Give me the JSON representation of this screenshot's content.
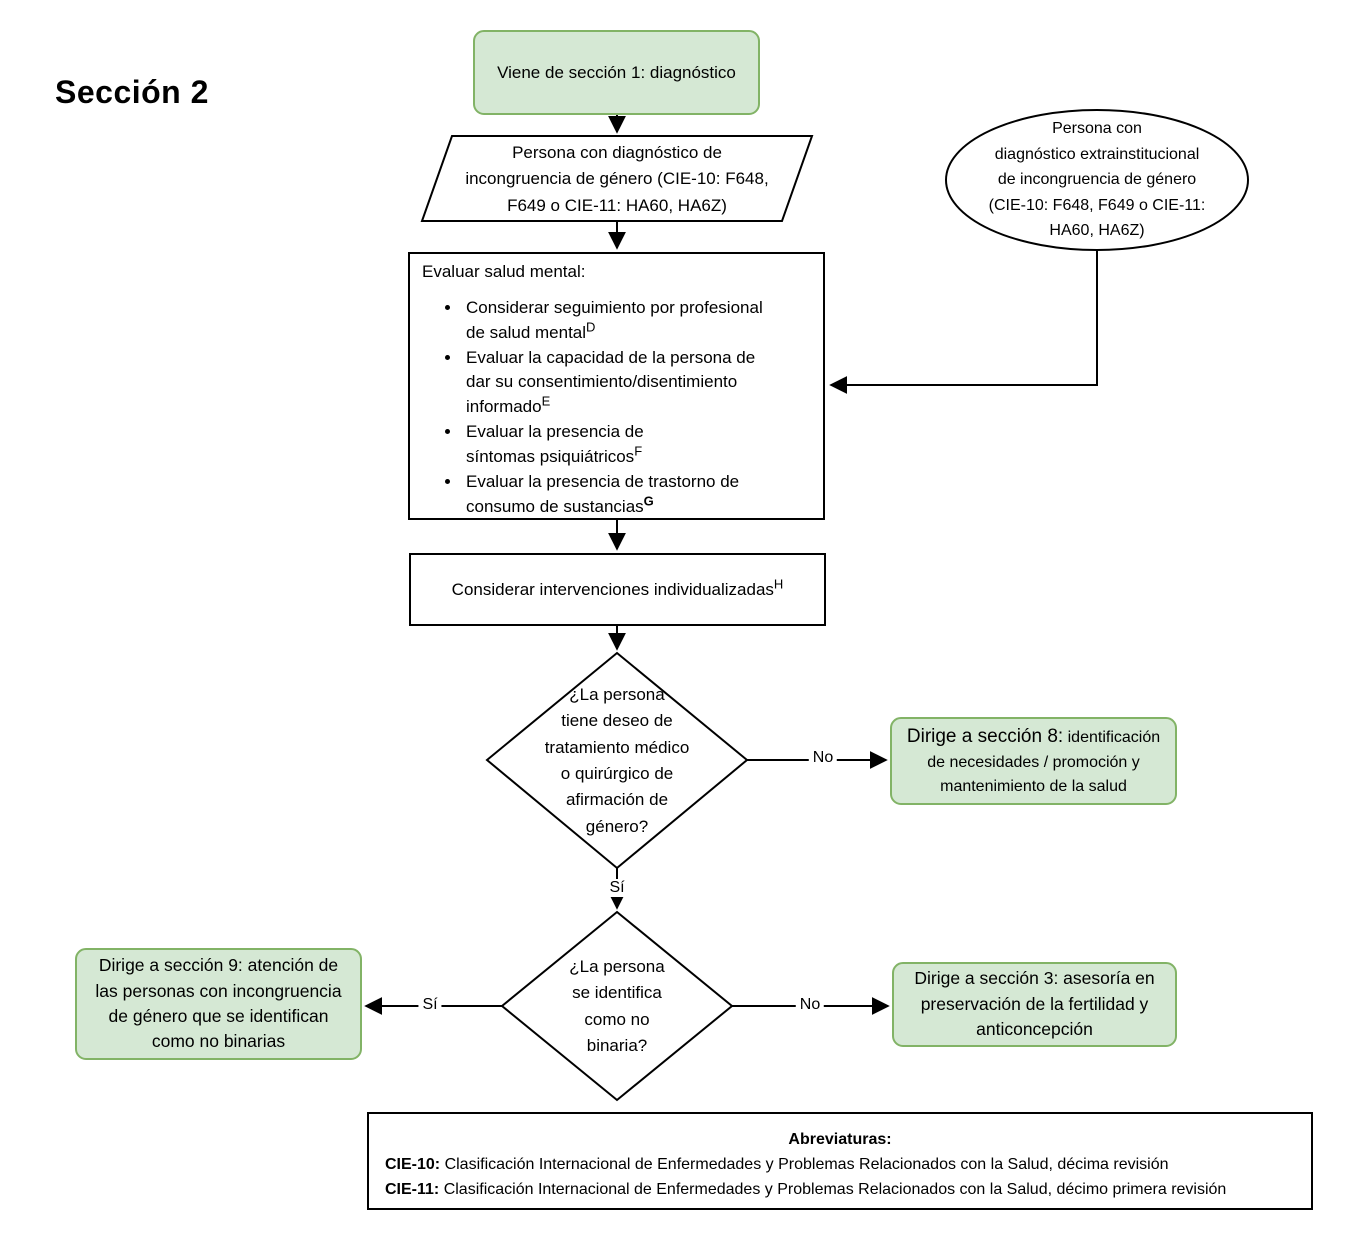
{
  "page": {
    "title": "Sección 2"
  },
  "colors": {
    "node_fill": "#d5e8d4",
    "node_border": "#82b366",
    "line": "#000000"
  },
  "nodes": {
    "start": {
      "text": "Viene de sección 1: diagnóstico"
    },
    "diagnosis": {
      "text": "Persona con diagnóstico de\nincongruencia de género (CIE-10: F648,\nF649 o CIE-11: HA60, HA6Z)"
    },
    "external": {
      "text": "Persona con\ndiagnóstico extrainstitucional\nde incongruencia de género\n(CIE-10: F648, F649 o CIE-11:\nHA60, HA6Z)"
    },
    "evaluate": {
      "heading": "Evaluar salud mental:",
      "items": [
        {
          "text": "Considerar seguimiento por profesional\nde salud mental",
          "sup": "D"
        },
        {
          "text": "Evaluar la capacidad de la persona de\ndar su consentimiento/disentimiento\ninformado",
          "sup": "E"
        },
        {
          "text": "Evaluar la presencia de\nsíntomas psiquiátricos",
          "sup": "F"
        },
        {
          "text": "Evaluar la presencia de trastorno de\nconsumo de sustancias",
          "sup": "G"
        }
      ]
    },
    "interventions": {
      "text": "Considerar intervenciones individualizadas",
      "sup": "H"
    },
    "decision_treatment": {
      "text": "¿La persona\ntiene deseo de\ntratamiento médico\no quirúrgico de\nafirmación de\ngénero?"
    },
    "decision_nonbinary": {
      "text": "¿La persona\nse identifica\ncomo no\nbinaria?"
    },
    "section8": {
      "prefix": "Dirige a sección 8:",
      "rest": " identificación\nde necesidades / promoción y\nmantenimiento de la salud"
    },
    "section9": {
      "text": "Dirige a sección 9: atención de\nlas personas con incongruencia\nde género que se identifican\ncomo no binarias"
    },
    "section3": {
      "text": "Dirige a sección 3: asesoría en\npreservación de la fertilidad y\nanticoncepción"
    }
  },
  "edges": {
    "treatment_no": "No",
    "treatment_yes": "Sí",
    "nonbinary_yes": "Sí",
    "nonbinary_no": "No"
  },
  "abbreviations": {
    "heading": "Abreviaturas:",
    "items": [
      {
        "label": "CIE-10:",
        "text": " Clasificación Internacional de Enfermedades y Problemas Relacionados con la Salud, décima revisión"
      },
      {
        "label": "CIE-11:",
        "text": " Clasificación Internacional de Enfermedades y Problemas Relacionados con la Salud, décimo primera revisión"
      }
    ]
  }
}
